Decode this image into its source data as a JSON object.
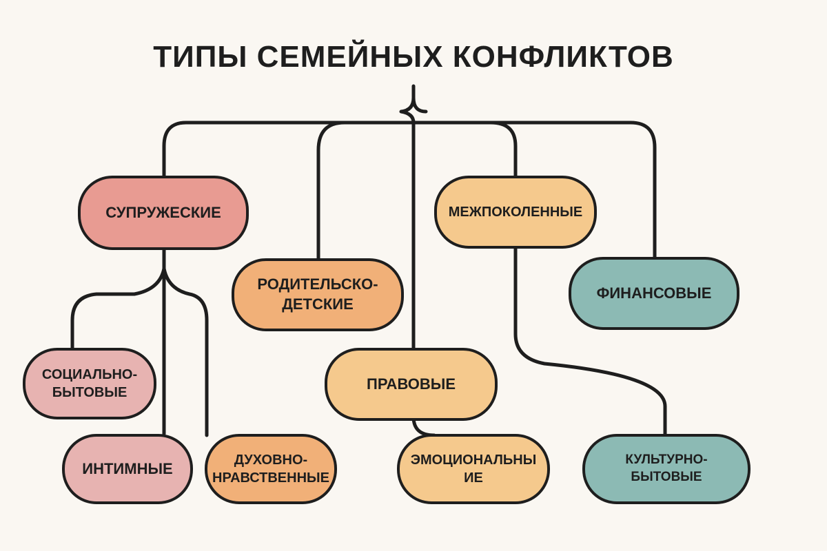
{
  "title": "ТИПЫ СЕМЕЙНЫХ КОНФЛИКТОВ",
  "nodes": {
    "marital": "СУПРУЖЕСКИЕ",
    "parent_child": "РОДИТЕЛЬСКО-\nДЕТСКИЕ",
    "legal": "ПРАВОВЫЕ",
    "intergenerational": "МЕЖПОКОЛЕННЫЕ",
    "financial": "ФИНАНСОВЫЕ",
    "social_domestic": "СОЦИАЛЬНО-\nБЫТОВЫЕ",
    "intimate": "ИНТИМНЫЕ",
    "spiritual_moral": "ДУХОВНО-\nНРАВСТВЕННЫЕ",
    "emotional": "ЭМОЦИОНАЛЬНЫ\nИЕ",
    "cultural_domestic": "КУЛЬТУРНО-БЫТОВЫЕ"
  },
  "colors": {
    "line": "#1e1e1e",
    "marital": "#e89b92",
    "rose": "#e7b3b1",
    "orange": "#f1b078",
    "yellow": "#f5c98d",
    "teal": "#8cbab4",
    "background": "#faf7f2"
  }
}
